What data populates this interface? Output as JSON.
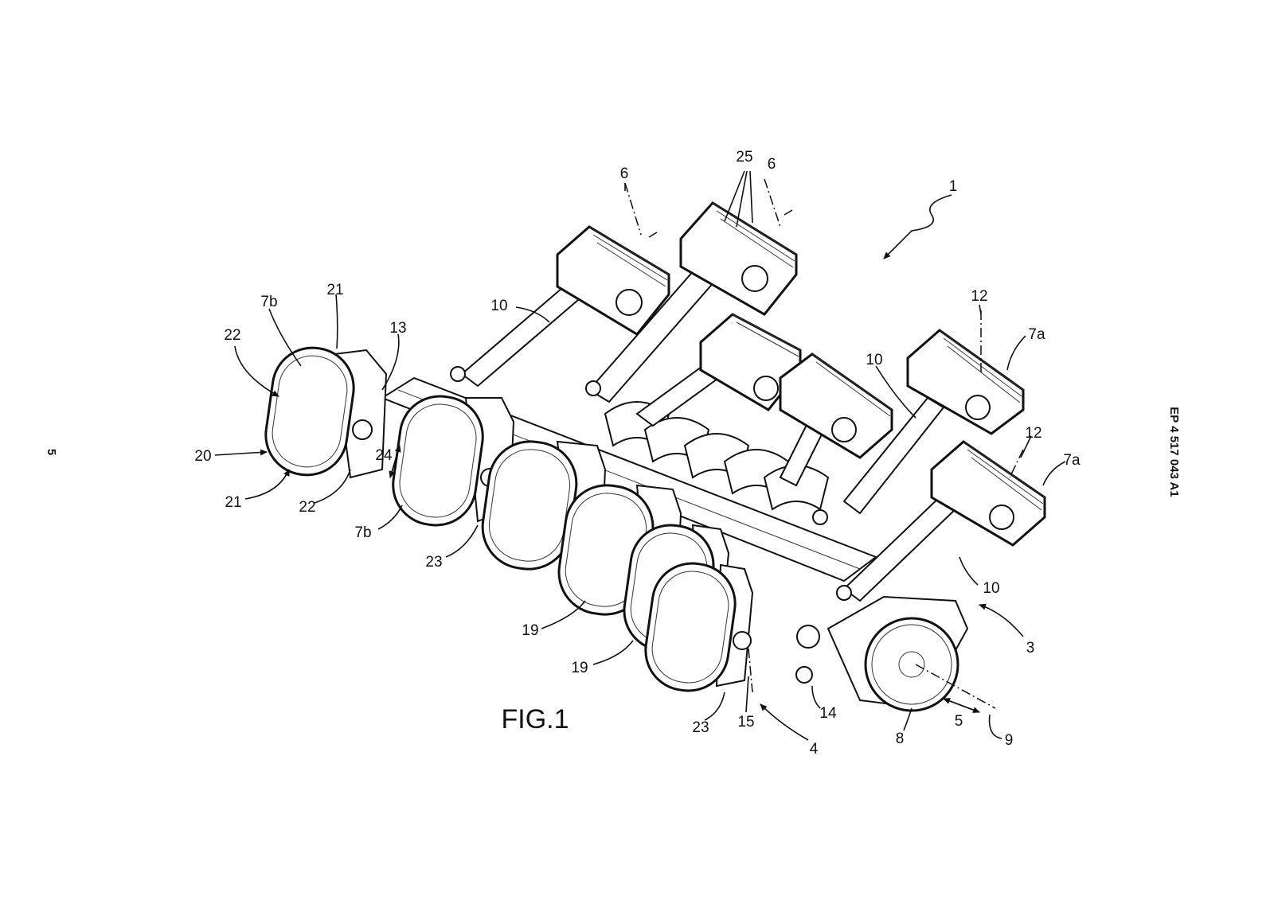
{
  "page": {
    "page_number": "5",
    "publication_number": "EP 4 517 043 A1",
    "figure_title": "FIG.1"
  },
  "labels": [
    {
      "id": "l1",
      "text": "1"
    },
    {
      "id": "l3",
      "text": "3"
    },
    {
      "id": "l4",
      "text": "4"
    },
    {
      "id": "l5",
      "text": "5"
    },
    {
      "id": "l6a",
      "text": "6"
    },
    {
      "id": "l6b",
      "text": "6"
    },
    {
      "id": "l7a1",
      "text": "7a"
    },
    {
      "id": "l7a2",
      "text": "7a"
    },
    {
      "id": "l7b1",
      "text": "7b"
    },
    {
      "id": "l7b2",
      "text": "7b"
    },
    {
      "id": "l8",
      "text": "8"
    },
    {
      "id": "l9",
      "text": "9"
    },
    {
      "id": "l10a",
      "text": "10"
    },
    {
      "id": "l10b",
      "text": "10"
    },
    {
      "id": "l10c",
      "text": "10"
    },
    {
      "id": "l12a",
      "text": "12"
    },
    {
      "id": "l12b",
      "text": "12"
    },
    {
      "id": "l13",
      "text": "13"
    },
    {
      "id": "l14",
      "text": "14"
    },
    {
      "id": "l15",
      "text": "15"
    },
    {
      "id": "l19a",
      "text": "19"
    },
    {
      "id": "l19b",
      "text": "19"
    },
    {
      "id": "l20",
      "text": "20"
    },
    {
      "id": "l21a",
      "text": "21"
    },
    {
      "id": "l21b",
      "text": "21"
    },
    {
      "id": "l22a",
      "text": "22"
    },
    {
      "id": "l22b",
      "text": "22"
    },
    {
      "id": "l23a",
      "text": "23"
    },
    {
      "id": "l23b",
      "text": "23"
    },
    {
      "id": "l24",
      "text": "24"
    },
    {
      "id": "l25",
      "text": "25"
    }
  ]
}
